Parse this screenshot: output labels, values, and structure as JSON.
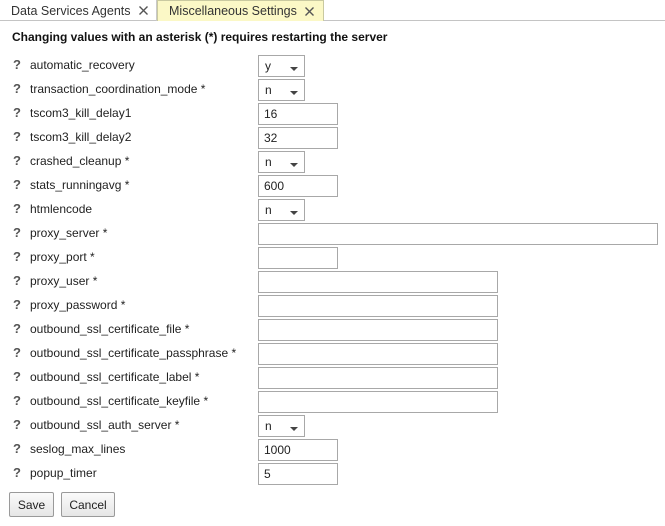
{
  "tabs": [
    {
      "label": "Data Services Agents",
      "active": false
    },
    {
      "label": "Miscellaneous Settings",
      "active": true
    }
  ],
  "notice": "Changing values with an asterisk (*) requires restarting the server",
  "help_glyph": "?",
  "settings": [
    {
      "label": "automatic_recovery",
      "type": "select",
      "value": "y"
    },
    {
      "label": "transaction_coordination_mode *",
      "type": "select",
      "value": "n"
    },
    {
      "label": "tscom3_kill_delay1",
      "type": "input-sm",
      "value": "16"
    },
    {
      "label": "tscom3_kill_delay2",
      "type": "input-sm",
      "value": "32"
    },
    {
      "label": "crashed_cleanup *",
      "type": "select",
      "value": "n"
    },
    {
      "label": "stats_runningavg *",
      "type": "input-sm",
      "value": "600"
    },
    {
      "label": "htmlencode",
      "type": "select",
      "value": "n"
    },
    {
      "label": "proxy_server *",
      "type": "input-lg",
      "value": ""
    },
    {
      "label": "proxy_port *",
      "type": "input-sm",
      "value": ""
    },
    {
      "label": "proxy_user *",
      "type": "input-md",
      "value": ""
    },
    {
      "label": "proxy_password *",
      "type": "input-md",
      "value": ""
    },
    {
      "label": "outbound_ssl_certificate_file *",
      "type": "input-md",
      "value": ""
    },
    {
      "label": "outbound_ssl_certificate_passphrase *",
      "type": "input-md",
      "value": ""
    },
    {
      "label": "outbound_ssl_certificate_label *",
      "type": "input-md",
      "value": ""
    },
    {
      "label": "outbound_ssl_certificate_keyfile *",
      "type": "input-md",
      "value": ""
    },
    {
      "label": "outbound_ssl_auth_server *",
      "type": "select",
      "value": "n"
    },
    {
      "label": "seslog_max_lines",
      "type": "input-sm",
      "value": "1000"
    },
    {
      "label": "popup_timer",
      "type": "input-sm",
      "value": "5"
    }
  ],
  "buttons": {
    "save": "Save",
    "cancel": "Cancel"
  },
  "colors": {
    "active_tab_bg": "#fbf8c6",
    "tab_border": "#c4c4c4"
  }
}
